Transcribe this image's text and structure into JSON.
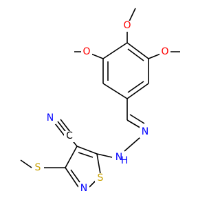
{
  "molecule": {
    "colors": {
      "bond": "#000000",
      "carbon": "#000000",
      "oxygen": "#ff0000",
      "nitrogen": "#0000ff",
      "sulfur": "#c8a000"
    },
    "atoms": [
      {
        "id": "o_top",
        "label": "O",
        "element": "oxygen"
      },
      {
        "id": "o_left",
        "label": "O",
        "element": "oxygen"
      },
      {
        "id": "o_right",
        "label": "O",
        "element": "oxygen"
      },
      {
        "id": "n_nitrile",
        "label": "N",
        "element": "nitrogen"
      },
      {
        "id": "n_hydrazone_1",
        "label": "N",
        "element": "nitrogen"
      },
      {
        "id": "n_hydrazone_2",
        "label": "N",
        "element": "nitrogen"
      },
      {
        "id": "h_nh",
        "label": "H",
        "element": "nitrogen"
      },
      {
        "id": "n_ring",
        "label": "N",
        "element": "nitrogen"
      },
      {
        "id": "s_ring",
        "label": "S",
        "element": "sulfur"
      },
      {
        "id": "s_methylthio",
        "label": "S",
        "element": "sulfur"
      },
      {
        "id": "c_nitrile",
        "label": "C",
        "element": "carbon"
      }
    ]
  }
}
